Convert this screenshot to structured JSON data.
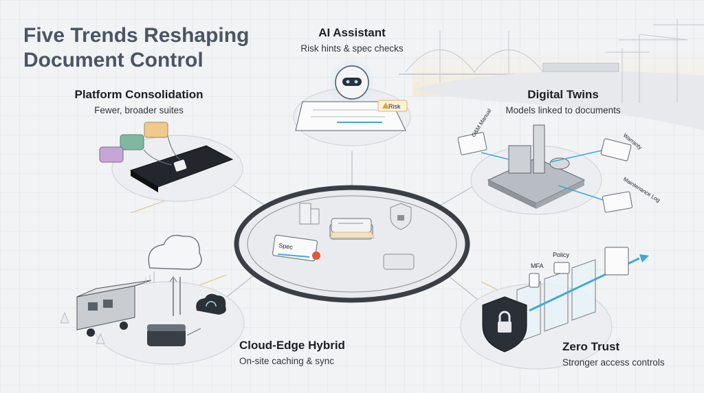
{
  "title": "Five Trends Reshaping Document Control",
  "trends": {
    "ai_assistant": {
      "title": "AI Assistant",
      "subtitle": "Risk hints & spec checks",
      "badge": "Risk"
    },
    "platform": {
      "title": "Platform Consolidation",
      "subtitle": "Fewer, broader suites"
    },
    "digital_twins": {
      "title": "Digital Twins",
      "subtitle": "Models linked to documents",
      "docs": [
        "O&M Manual",
        "Warranty",
        "Maintenance Log"
      ]
    },
    "cloud_edge": {
      "title": "Cloud-Edge Hybrid",
      "subtitle": "On-site caching & sync"
    },
    "zero_trust": {
      "title": "Zero Trust",
      "subtitle": "Stronger access controls",
      "steps": [
        "MFA",
        "Policy"
      ]
    }
  },
  "hub": {
    "spec_label": "Spec"
  },
  "colors": {
    "accent": "#3fa9d6",
    "dark": "#2b2f36",
    "ring": "#3a3f46",
    "warn": "#e2553e"
  }
}
